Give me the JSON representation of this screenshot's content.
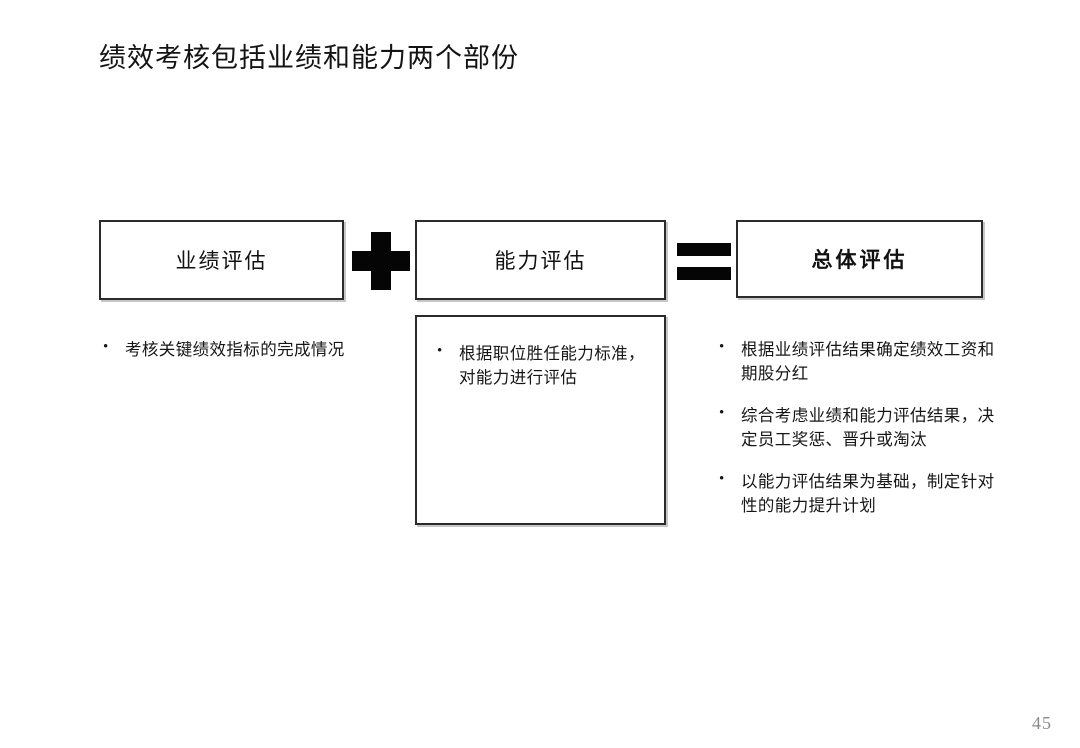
{
  "slide": {
    "title": "绩效考核包括业绩和能力两个部份",
    "page_number": "45",
    "background_color": "#ffffff",
    "text_color": "#161616",
    "border_color": "#2b2b2b"
  },
  "columns": [
    {
      "header": "业绩评估",
      "header_bold": false,
      "body_boxed": false,
      "bullets": [
        "考核关键绩效指标的完成情况"
      ]
    },
    {
      "header": "能力评估",
      "header_bold": false,
      "body_boxed": true,
      "bullets": [
        "根据职位胜任能力标准，对能力进行评估"
      ]
    },
    {
      "header": "总体评估",
      "header_bold": true,
      "body_boxed": false,
      "bullets": [
        "根据业绩评估结果确定绩效工资和期股分红",
        "综合考虑业绩和能力评估结果，决定员工奖惩、晋升或淘汰",
        "以能力评估结果为基础，制定针对性的能力提升计划"
      ]
    }
  ],
  "operators": [
    {
      "name": "plus",
      "glyph": "+"
    },
    {
      "name": "equals",
      "glyph": "="
    }
  ]
}
